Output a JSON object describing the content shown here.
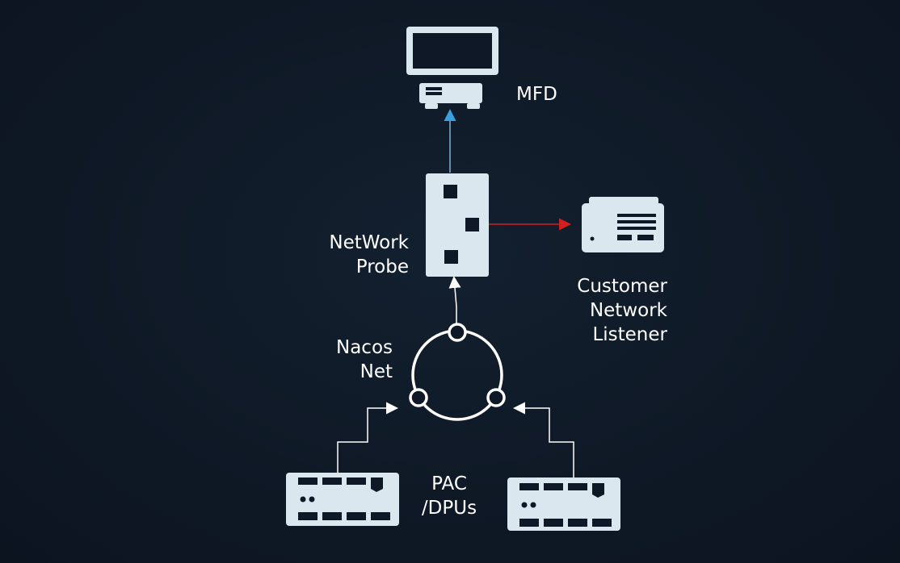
{
  "labels": {
    "mfd": "MFD",
    "network_probe": [
      "NetWork",
      "Probe"
    ],
    "customer_listener": [
      "Customer",
      "Network",
      "Listener"
    ],
    "nacos_net": [
      "Nacos",
      "Net"
    ],
    "pac_dpus": [
      "PAC",
      "/DPUs"
    ]
  },
  "nodes": {
    "mfd": "monitor-icon",
    "network_probe": "network-probe-icon",
    "customer_listener": "server-icon",
    "nacos_net": "ring-network-icon",
    "pac_dpus": [
      "switch-icon",
      "switch-icon"
    ]
  },
  "colors": {
    "background": "#0f1826",
    "device_fill": "#dbe7ee",
    "link": "#ffffff",
    "arrow_to_mfd": "#3aa0e0",
    "arrow_to_listener": "#d21f1f"
  }
}
